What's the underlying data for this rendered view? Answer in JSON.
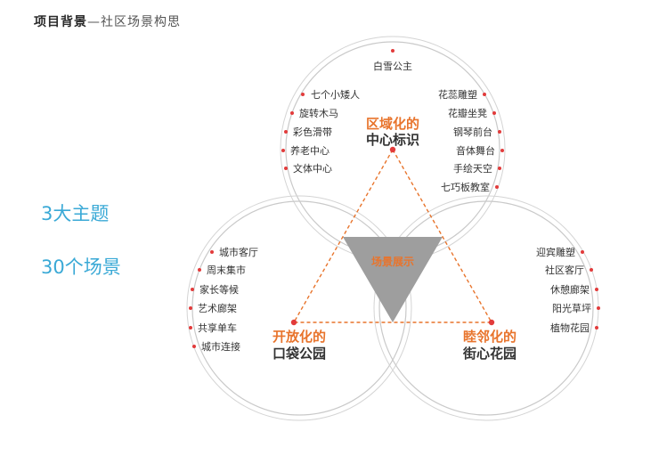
{
  "header": {
    "title_main": "项目背景",
    "title_sep": "—",
    "title_sub": "社区场景构思"
  },
  "notes": {
    "themes": "3大主题",
    "scenes": "30个场景"
  },
  "center_label": "场景展示",
  "themes": {
    "top": {
      "line1": "区域化的",
      "line2": "中心标识"
    },
    "left": {
      "line1": "开放化的",
      "line2": "口袋公园"
    },
    "right": {
      "line1": "睦邻化的",
      "line2": "街心花园"
    }
  },
  "scenes": {
    "top_center": [
      "白雪公主"
    ],
    "top_left": [
      "七个小矮人",
      "旋转木马",
      "彩色滑带",
      "养老中心",
      "文体中心"
    ],
    "top_right": [
      "花蕊雕塑",
      "花瓣坐凳",
      "钢琴前台",
      "音体舞台",
      "手绘天空",
      "七巧板教室"
    ],
    "left": [
      "城市客厅",
      "周末集市",
      "家长等候",
      "艺术廊架",
      "共享单车",
      "城市连接"
    ],
    "right": [
      "迎宾雕塑",
      "社区客厅",
      "休憩廊架",
      "阳光草坪",
      "植物花园"
    ]
  },
  "colors": {
    "accent": "#e8742c",
    "dot": "#e23b3b",
    "circle": "#c9c9c9",
    "triangle_fill": "#9e9e9e",
    "note": "#3aa9d6"
  }
}
